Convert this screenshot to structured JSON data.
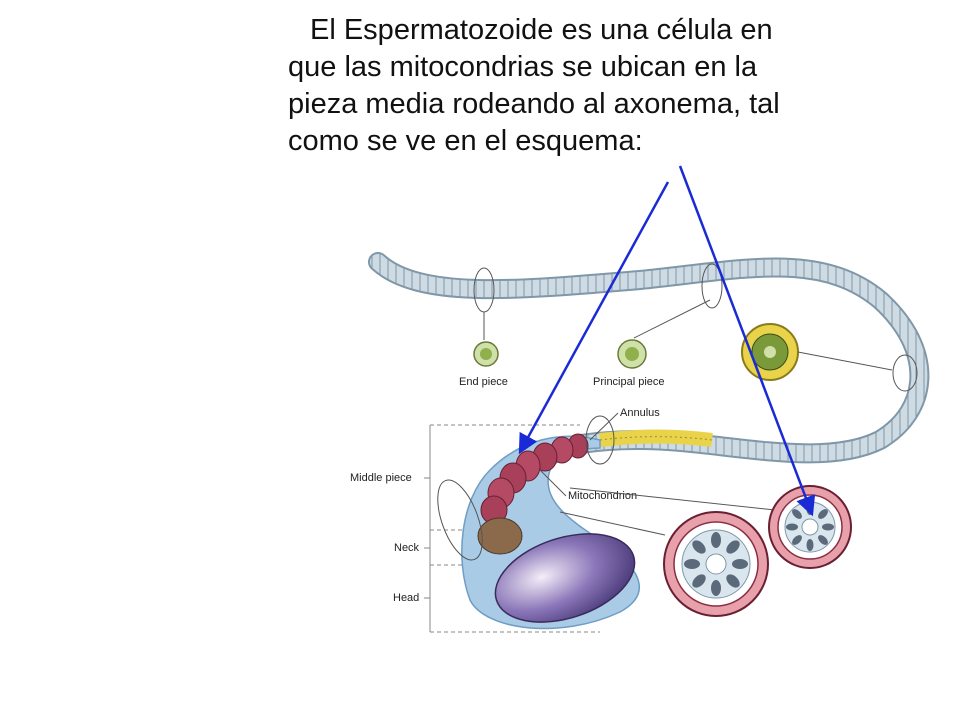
{
  "slide": {
    "text_lines": [
      "El Espermatozoide es una célula en",
      "que las mitocondrias se ubican en la",
      "pieza media rodeando al axonema, tal",
      "como se ve en el esquema:"
    ]
  },
  "diagram": {
    "labels": {
      "end_piece": "End piece",
      "principal_piece": "Principal piece",
      "annulus": "Annulus",
      "middle_piece": "Middle piece",
      "mitochondrion": "Mitochondrion",
      "neck": "Neck",
      "head": "Head"
    },
    "colors": {
      "arrow": "#1a2bd6",
      "tail": "#c9d7e0",
      "mitochondria": "#a8405a",
      "membrane": "#a9cbe6",
      "head": "#6d5fa0",
      "crosssection_yellow": "#e8d34a",
      "crosssection_green": "#8fb04a"
    }
  }
}
